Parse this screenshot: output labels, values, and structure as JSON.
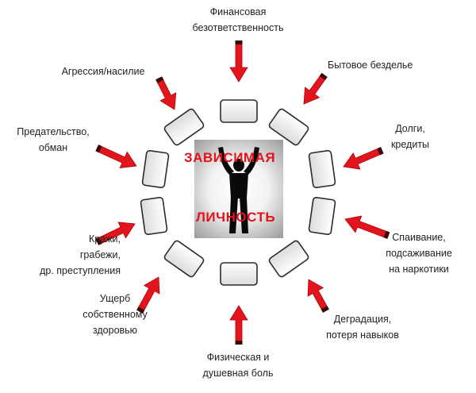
{
  "center": {
    "line1": "ЗАВИСИМАЯ",
    "line2": "ЛИЧНОСТЬ"
  },
  "factors": [
    {
      "label": "Финансовая\nбезответственность"
    },
    {
      "label": "Бытовое безделье"
    },
    {
      "label": "Долги,\nкредиты"
    },
    {
      "label": "Спаивание,\nподсаживание\nна наркотики"
    },
    {
      "label": "Деградация,\nпотеря навыков"
    },
    {
      "label": "Физическая и\nдушевная боль"
    },
    {
      "label": "Ущерб\nсобственному\nздоровью"
    },
    {
      "label": "Кражи,\nграбежи,\nдр. преступления"
    },
    {
      "label": "Предательство,\nобман"
    },
    {
      "label": "Агрессия/насилие"
    }
  ],
  "colors": {
    "arrow": "#e3141c",
    "arrow_edge": "#a8080e",
    "title": "#e4121b",
    "text": "#222222",
    "block_fill": "#f7f7f7",
    "block_stroke": "#2b2b2b"
  },
  "icons": {
    "center_figure": "person-arms-raised-silhouette",
    "arrow": "arrow-pointing-inward",
    "block": "rounded-rectangle-block"
  }
}
